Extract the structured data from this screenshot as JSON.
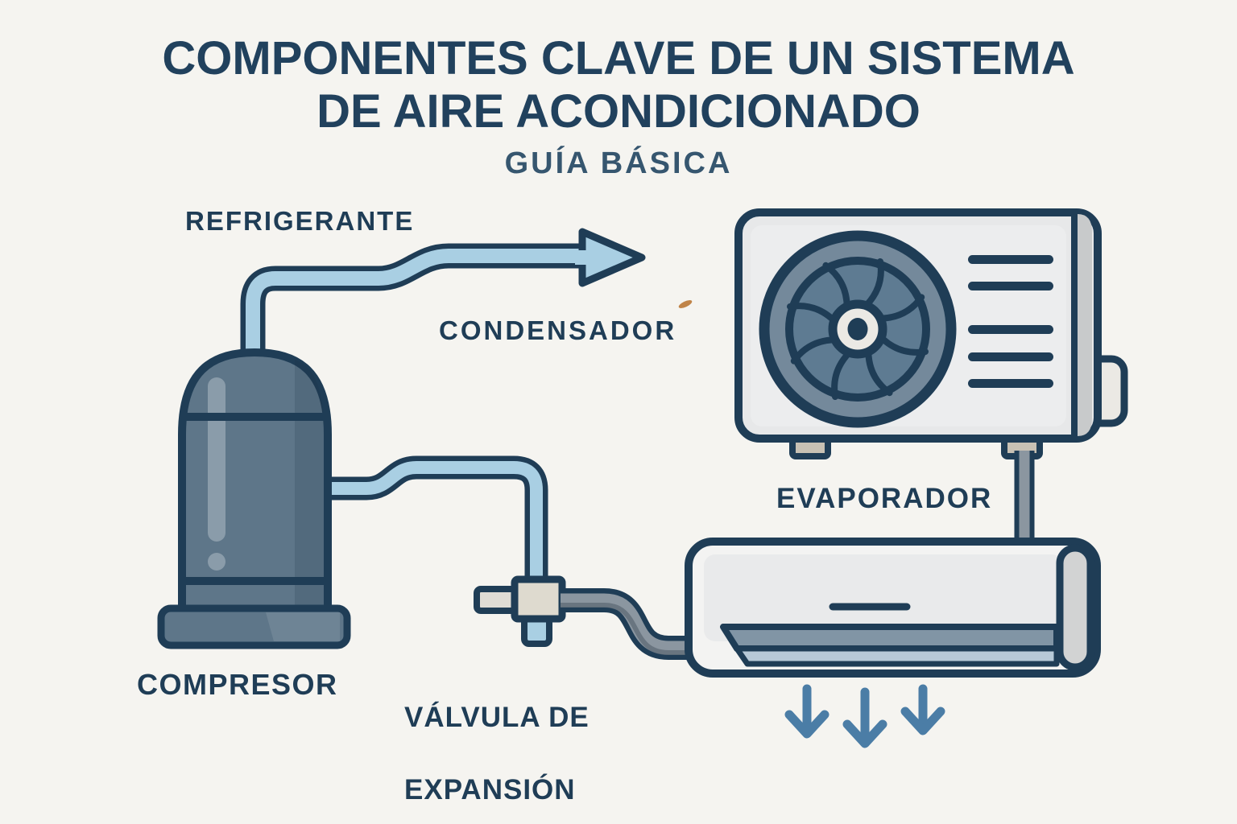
{
  "title": {
    "line1": "COMPONENTES CLAVE DE UN SISTEMA",
    "line2": "DE AIRE ACONDICIONADO",
    "subtitle": "GUÍA BÁSICA"
  },
  "labels": {
    "refrigerante": "REFRIGERANTE",
    "condensador": "CONDENSADOR",
    "compresor": "COMPRESOR",
    "valvula_line1": "VÁLVULA DE",
    "valvula_line2": "EXPANSIÓN",
    "evaporador": "EVAPORADOR"
  },
  "icons": {
    "compressor-tank-icon": "vertical cylinder tank with base",
    "refrigerant-pipe-arrow-icon": "light blue pipe ending in right arrow",
    "expansion-valve-icon": "square valve on vertical pipe with side stub",
    "condenser-unit-icon": "outdoor unit box with fan and vent slots",
    "fan-icon": "eight-blade round fan",
    "evaporator-unit-icon": "wall-mounted indoor split unit",
    "airflow-down-arrows-icon": "three downward air arrows",
    "leaf-accent-icon": "small orange leaf speck"
  },
  "colors": {
    "bg": "#f5f4f0",
    "navy": "#1f3d56",
    "title_navy": "#21415d",
    "subtitle_blue": "#36566f",
    "pipe_blue": "#a9cfe3",
    "tank_slate": "#5e7689",
    "arrow_blue": "#4b7da6",
    "pipe_gray": "#8b96a0",
    "pipe_gray_dark": "#5d6a76",
    "cond_body": "#e7e8e9",
    "cond_inner": "#ecedee",
    "cond_strip": "#c8cacb",
    "fan_ring": "#74899b",
    "fan_blade": "#5e7b92",
    "hub_white": "#ebe9e4",
    "foot_tan": "#c8c1b4",
    "valve_body": "#dedacf",
    "valve_stub": "#dfdcd5",
    "evap_body": "#f3f3f2",
    "evap_face": "#e9eaeb",
    "vent_slate": "#8195a5",
    "vent_light": "#b7c9d7",
    "cap_gray": "#d2d3d3",
    "leaf_orange": "#c08448"
  }
}
